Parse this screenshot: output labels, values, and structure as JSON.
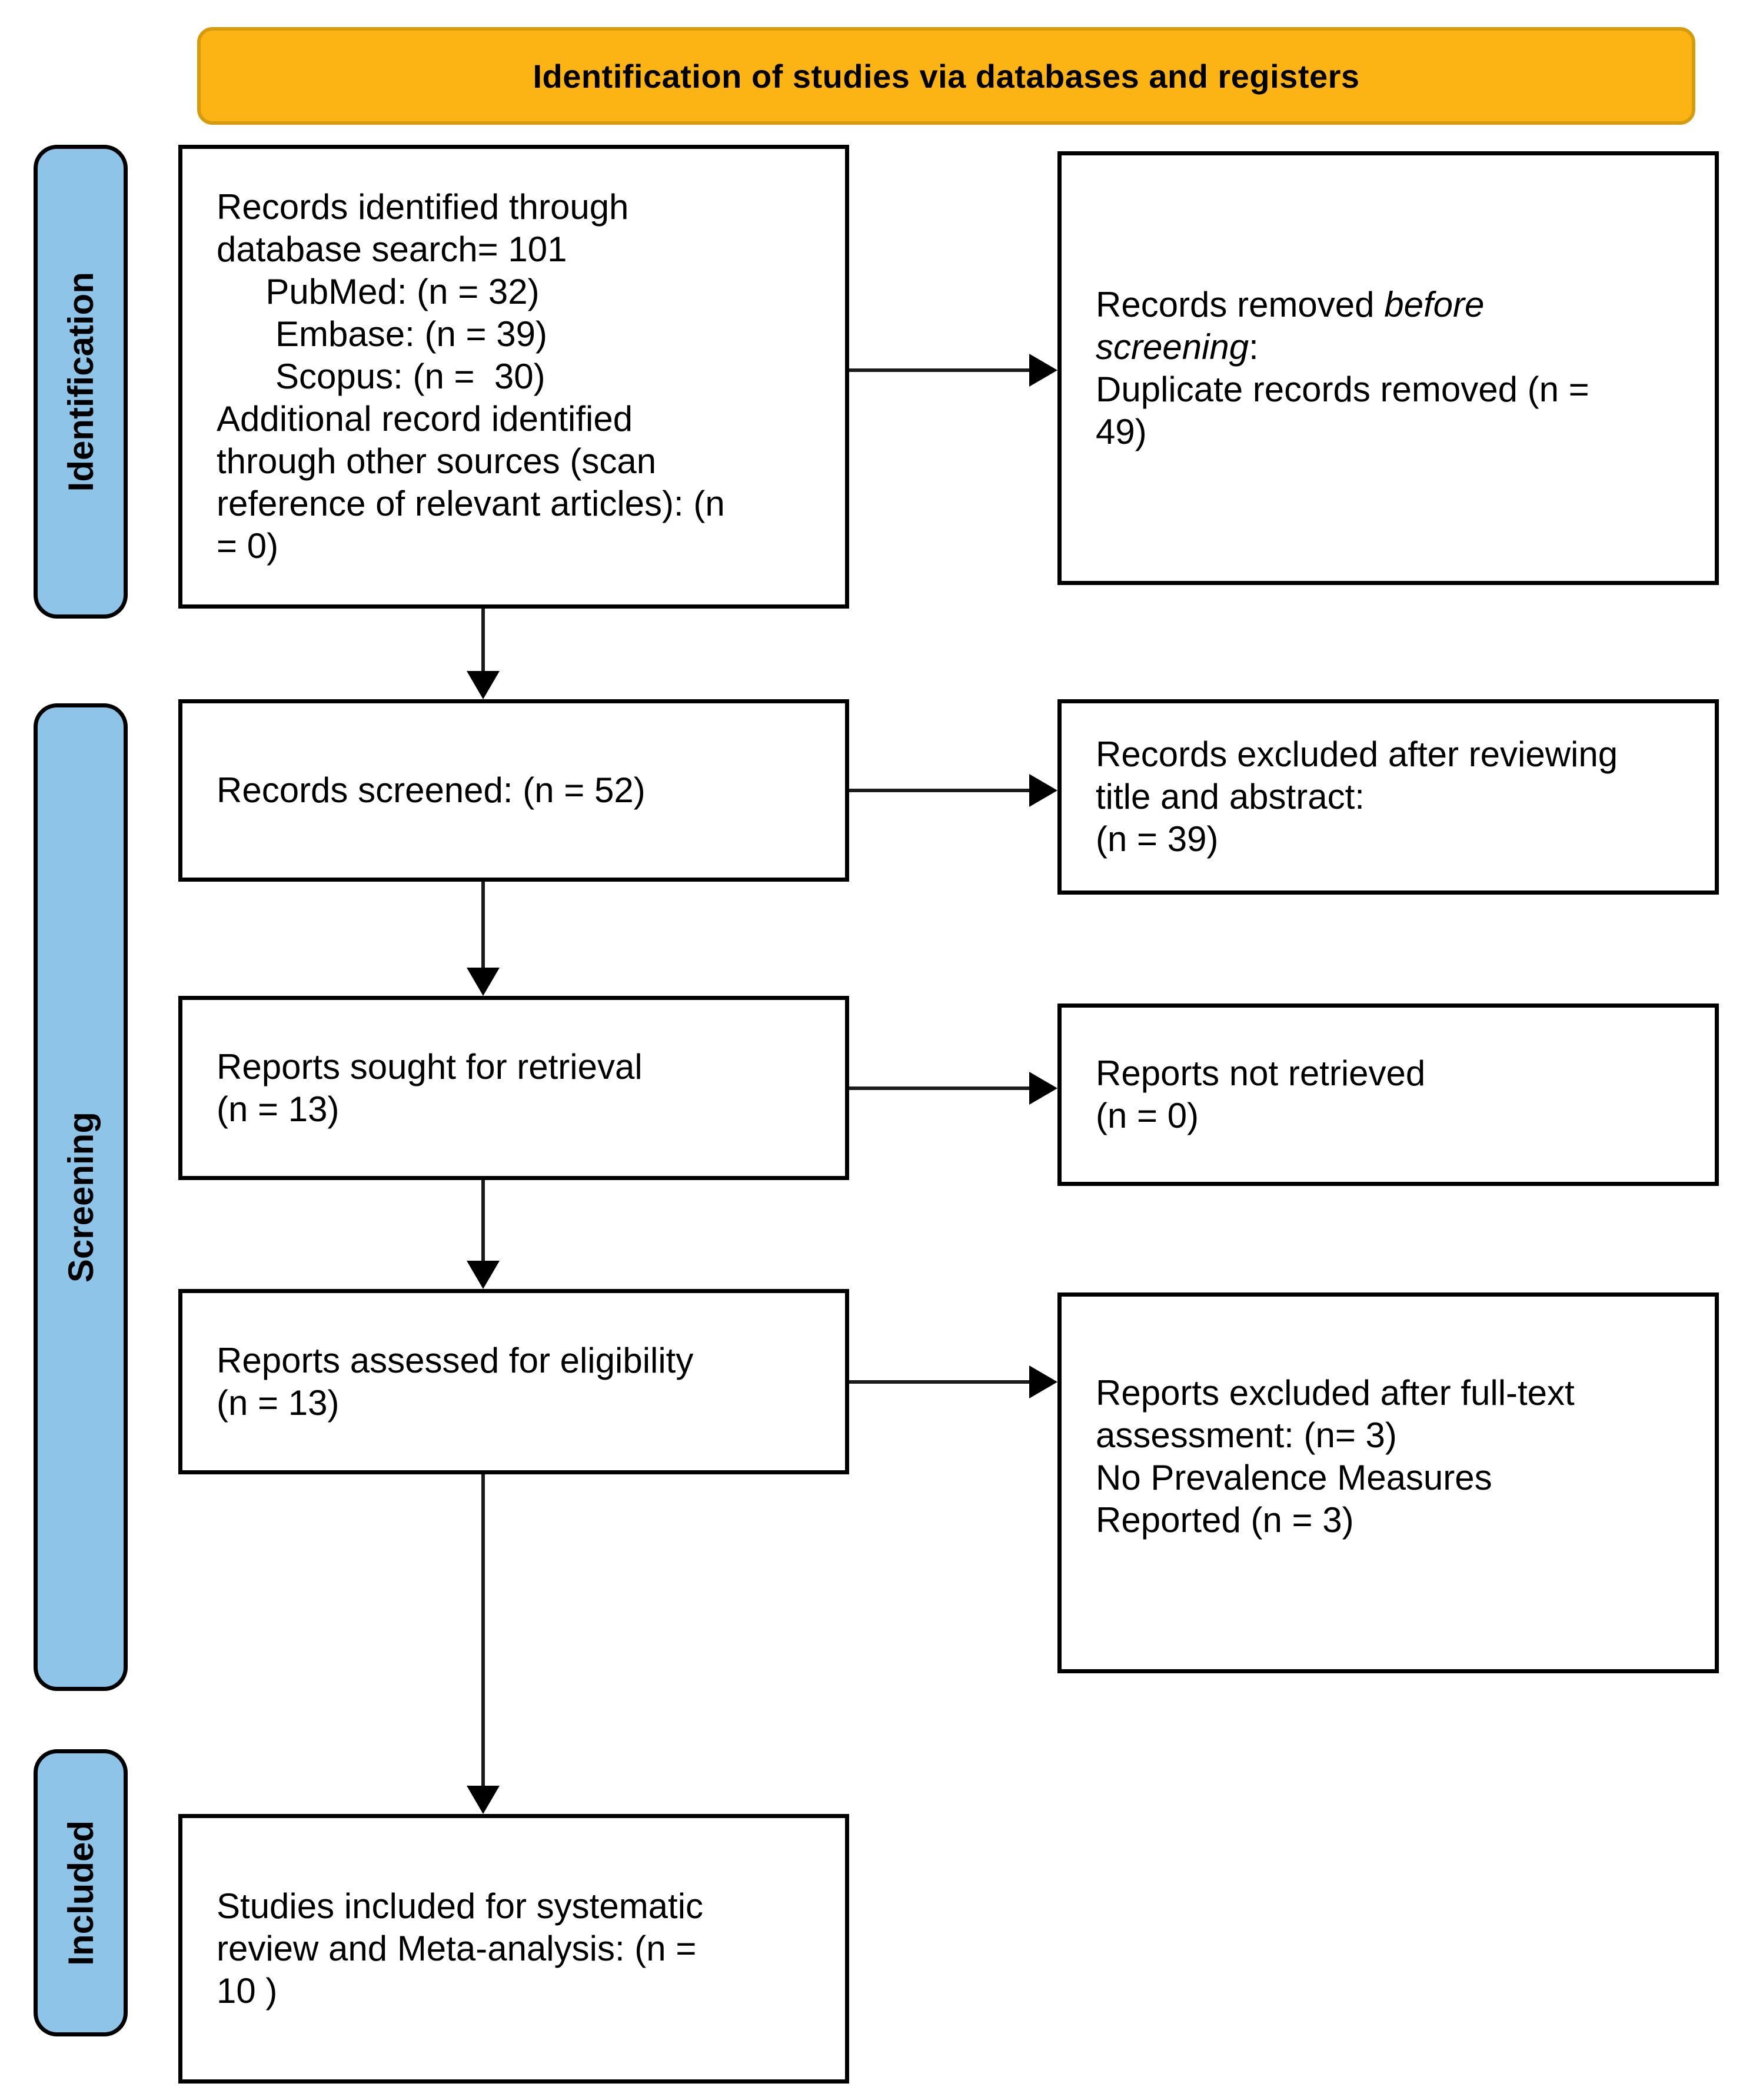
{
  "header": {
    "title": "Identification of studies via databases and registers"
  },
  "stages": [
    {
      "label": "Identification"
    },
    {
      "label": "Screening"
    },
    {
      "label": "Included"
    }
  ],
  "boxes": {
    "identified": {
      "text": "Records identified through\ndatabase search= 101\n     PubMed: (n = 32)\n      Embase: (n = 39)\n      Scopus: (n =  30)\nAdditional record identified\nthrough other sources (scan\nreference of relevant articles): (n\n= 0)"
    },
    "removed_before_screening": {
      "prefix": "Records removed ",
      "italic": "before\nscreening",
      "suffix": ":\nDuplicate records removed (n =\n49)"
    },
    "screened": {
      "text": "Records screened: (n = 52)"
    },
    "excluded_title_abstract": {
      "text": "Records excluded after reviewing\ntitle and abstract:\n(n = 39)"
    },
    "sought": {
      "text": "Reports sought for retrieval\n(n = 13)"
    },
    "not_retrieved": {
      "text": "Reports not retrieved\n(n = 0)"
    },
    "assessed": {
      "text": "Reports assessed for eligibility\n(n = 13)"
    },
    "excluded_fulltext": {
      "text": "Reports excluded after full-text\nassessment: (n= 3)\nNo Prevalence Measures\nReported (n = 3)"
    },
    "included_studies": {
      "text": "Studies included for systematic\nreview and Meta-analysis: (n =\n10 )"
    }
  },
  "colors": {
    "banner_fill": "#FCB415",
    "banner_border": "#D79B10",
    "stage_fill": "#8FC4E9",
    "box_border": "#000000",
    "arrow": "#1b1b1b"
  }
}
